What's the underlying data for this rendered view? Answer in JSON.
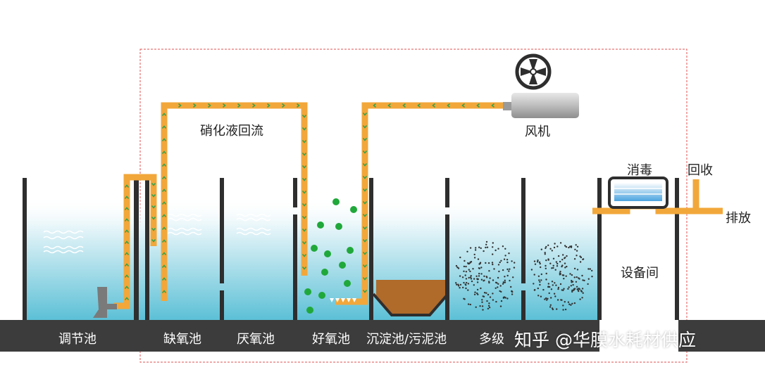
{
  "labels": {
    "recirculation": "硝化液回流",
    "blower": "风机",
    "disinfection": "消毒",
    "recovery": "回收",
    "discharge": "排放",
    "equipment_room": "设备间"
  },
  "tanks": [
    {
      "label": "调节池"
    },
    {
      "label": "缺氧池"
    },
    {
      "label": "厌氧池"
    },
    {
      "label": "好氧池"
    },
    {
      "label": "沉淀池/污泥池"
    },
    {
      "label": "多级"
    }
  ],
  "watermark": "知乎 @华膜水耗材供应",
  "colors": {
    "pipe": "#f2a73a",
    "arrow": "#37a24b",
    "water": "#5cc0d6",
    "base": "#3c3c3c",
    "wall": "#2e2e2e",
    "sludge": "#b06a2a",
    "bubble": "#20a83a",
    "boundary": "#e05050"
  },
  "icons": [
    "fan-icon",
    "blower-motor-icon",
    "uv-lamp-icon"
  ]
}
